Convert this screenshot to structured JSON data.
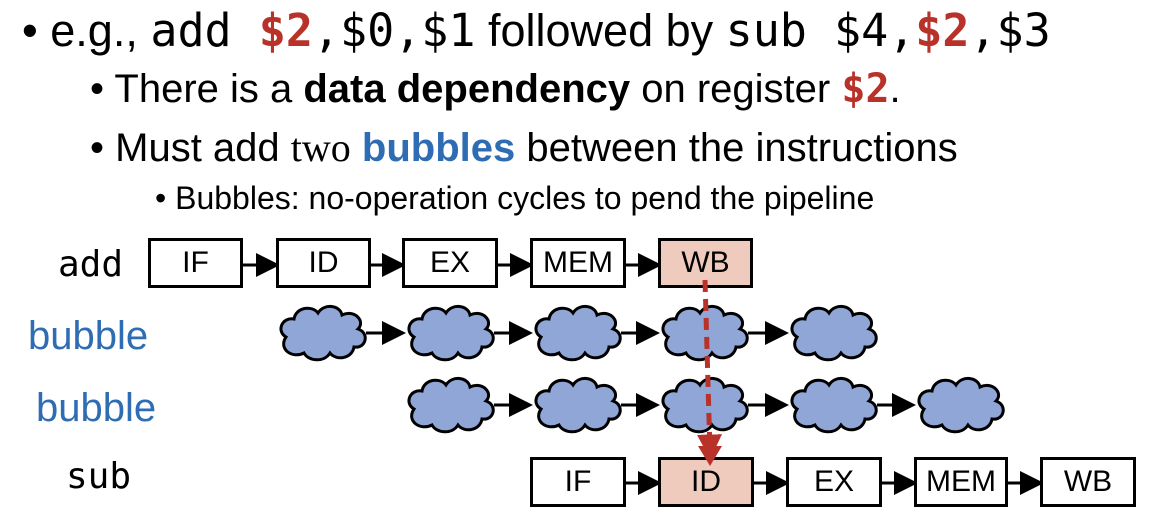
{
  "slide": {
    "line1": {
      "bullet": "•",
      "prefix": "e.g., ",
      "add": "add ",
      "reg_dep": "$2",
      "add_rest": ",$0,$1",
      "middle": " followed by ",
      "sub": "sub $4,",
      "reg_dep2": "$2",
      "sub_rest": ",$3"
    },
    "line2": {
      "bullet": "•",
      "text1": "There is a ",
      "bold": "data dependency",
      "text2": " on register ",
      "reg": "$2",
      "end": "."
    },
    "line3": {
      "bullet": "•",
      "text1": "Must add ",
      "two": "two",
      "space": " ",
      "bubbles": "bubbles",
      "text2": " between the instructions"
    },
    "line4": {
      "bullet": "•",
      "text": "Bubbles: no-operation cycles to pend the pipeline"
    }
  },
  "diagram": {
    "rows": [
      {
        "label": "add",
        "style": "mono"
      },
      {
        "label": "bubble",
        "style": "blue"
      },
      {
        "label": "bubble",
        "style": "blue"
      },
      {
        "label": "sub",
        "style": "mono"
      }
    ],
    "add_stages": [
      "IF",
      "ID",
      "EX",
      "MEM",
      "WB"
    ],
    "sub_stages": [
      "IF",
      "ID",
      "EX",
      "MEM",
      "WB"
    ],
    "highlight_stage": "WB",
    "highlight_sub_stage": "ID",
    "colors": {
      "bubble_fill": "#8fa6d6",
      "highlight_fill": "#efcbbe",
      "dependency_arrow": "#b8322a",
      "label_blue": "#2e6db3"
    }
  }
}
